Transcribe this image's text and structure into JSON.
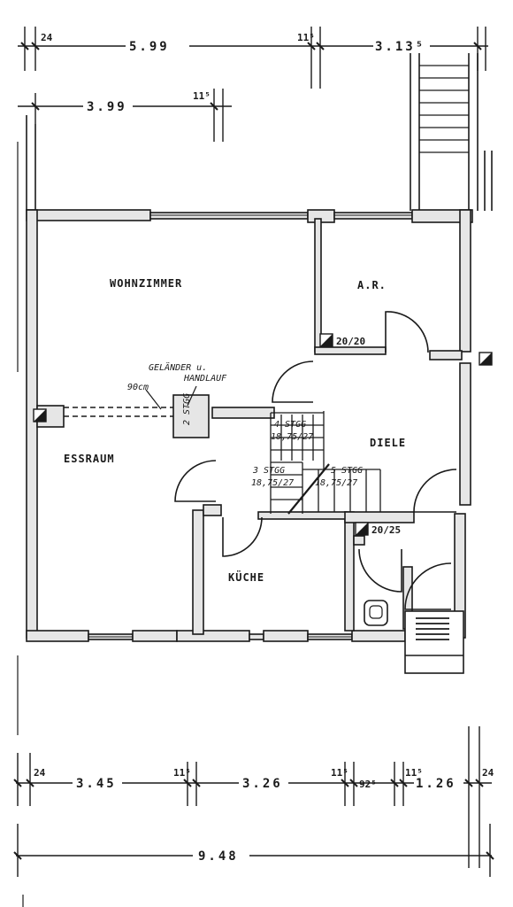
{
  "rooms": {
    "wohnzimmer": "WOHNZIMMER",
    "ar": "A.R.",
    "diele": "DIELE",
    "essraum": "ESSRAUM",
    "kueche": "KÜCHE"
  },
  "annotations": {
    "gelaender": "GELÄNDER u.",
    "handlauf": "HANDLAUF",
    "height_90cm": "90cm",
    "vent_ar": "20/20",
    "vent_diele": "20/25",
    "stair_top": "4 STGG",
    "stair_top_dim": "18,75/27",
    "stair_left": "3 STGG",
    "stair_left_dim": "18,75/27",
    "stair_right": "5 STGG",
    "stair_right_dim": "18,75/27",
    "stair_side": "2 STGG"
  },
  "dimensions": {
    "top": {
      "left_wall": "24",
      "main": "5.99",
      "mid_wall": "11⁵",
      "right": "3.13⁵"
    },
    "second": {
      "main": "3.99",
      "wall": "11⁵"
    },
    "bottom": {
      "left_wall": "24",
      "a": "3.45",
      "wall_1": "11⁵",
      "b": "3.26",
      "wall_2": "11⁵",
      "c": "92⁵",
      "wall_3": "11⁵",
      "d": "1.26",
      "right_wall": "24"
    },
    "total": "9.48"
  },
  "colors": {
    "ink": "#1a1a1a",
    "wall_fill": "#e6e6e6",
    "paper": "#ffffff"
  }
}
